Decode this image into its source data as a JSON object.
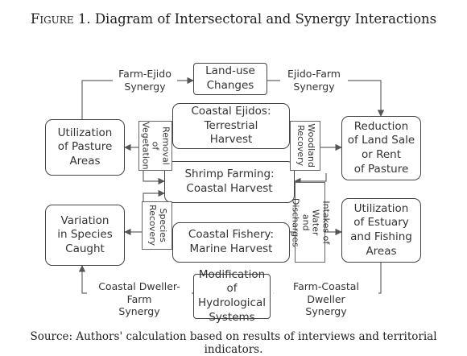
{
  "title": {
    "label": "Figure 1.",
    "text": "Diagram of Intersectoral and Synergy Interactions"
  },
  "source": "Source: Authors' calculation based on results of interviews and territorial indicators.",
  "nodes": {
    "land_use": "Land-use\nChanges",
    "pasture_util": "Utilization\nof Pasture\nAreas",
    "coastal_ejidos": "Coastal Ejidos:\nTerrestrial\nHarvest",
    "reduction": "Reduction\nof Land Sale\nor Rent\nof Pasture",
    "shrimp": "Shrimp Farming:\nCoastal Harvest",
    "variation": "Variation\nin Species\nCaught",
    "fishery": "Coastal Fishery:\nMarine Harvest",
    "estuary": "Utilization\nof Estuary\nand Fishing\nAreas",
    "hydro": "Modification\nof Hydrological\nSystems"
  },
  "edges": {
    "farm_ejido": "Farm-Ejido\nSynergy",
    "ejido_farm": "Ejido-Farm\nSynergy",
    "coastal_dweller_farm": "Coastal Dweller-Farm\nSynergy",
    "farm_coastal_dweller": "Farm-Coastal Dweller\nSynergy"
  },
  "vertical_labels": {
    "removal": "Removal\nof Vegetation",
    "woodland": "Woodland\nRecovery",
    "species_recovery": "Species\nRecovery",
    "intakes": "Intakes of Water\nand Discharges"
  }
}
